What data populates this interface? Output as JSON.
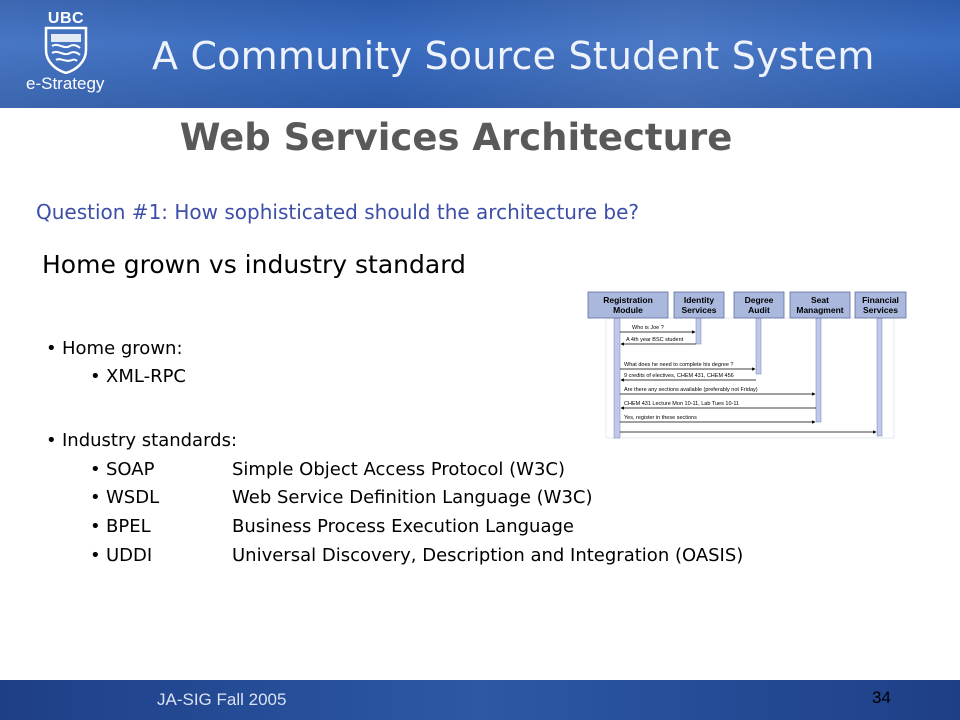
{
  "header": {
    "logo_text": "UBC",
    "brand": "e-Strategy",
    "title": "A Community Source Student System"
  },
  "slide": {
    "title": "Web Services Architecture",
    "question": "Question #1: How sophisticated should the architecture be?",
    "subheading": "Home grown vs industry standard",
    "home_grown": {
      "label": "Home grown:",
      "items": [
        "XML-RPC"
      ]
    },
    "industry": {
      "label": "Industry standards:",
      "items": [
        {
          "abbr": "SOAP",
          "desc": "Simple Object Access Protocol (W3C)"
        },
        {
          "abbr": "WSDL",
          "desc": "Web Service Definition Language (W3C)"
        },
        {
          "abbr": "BPEL",
          "desc": "Business Process Execution Language"
        },
        {
          "abbr": "UDDI",
          "desc": "Universal Discovery, Description and Integration (OASIS)"
        }
      ]
    }
  },
  "diagram": {
    "actors": [
      [
        "Registration",
        "Module"
      ],
      [
        "Identity",
        "Services"
      ],
      [
        "Degree",
        "Audit"
      ],
      [
        "Seat",
        "Managment"
      ],
      [
        "Financial",
        "Services"
      ]
    ],
    "messages": [
      "Who is Joe ?",
      "A 4th year BSC student",
      "What does he need to complete his degree ?",
      "9 credits of electives, CHEM 431, CHEM 456",
      "Are there any sections available (preferably not Friday)",
      "CHEM 431 Lecture Mon 10-11, Lab Tues 10-11",
      "Yes, register in these sections"
    ]
  },
  "footer": {
    "event": "JA-SIG Fall 2005",
    "page_number": "34"
  },
  "colors": {
    "banner": "#2e5cac",
    "title_gray": "#595959",
    "question_blue": "#3c4ea8",
    "actor_box": "#a9b8dc",
    "lifeline": "#c0c8ea"
  }
}
